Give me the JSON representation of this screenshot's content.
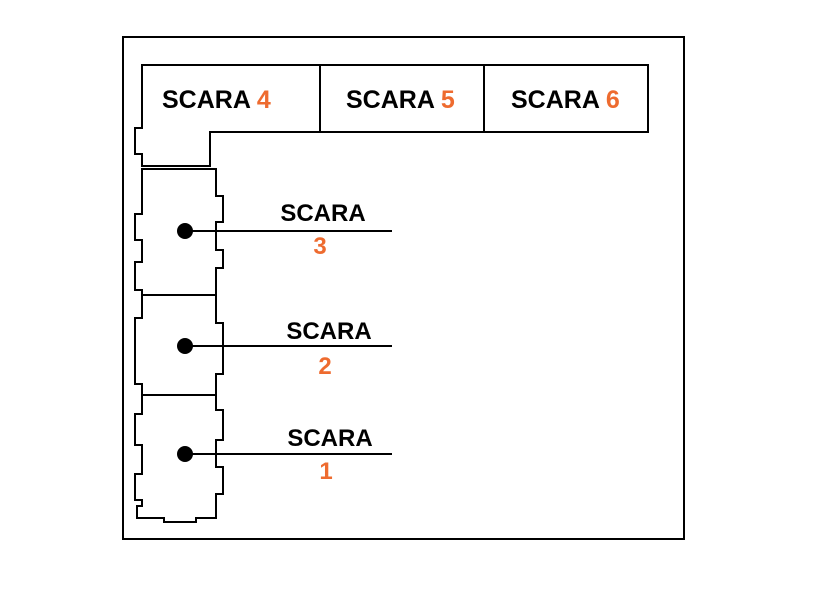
{
  "colors": {
    "line": "#000000",
    "label": "#000000",
    "number": "#ee6b2f",
    "background": "#ffffff"
  },
  "robots_top": [
    {
      "name": "SCARA",
      "number": "4"
    },
    {
      "name": "SCARA",
      "number": "5"
    },
    {
      "name": "SCARA",
      "number": "6"
    }
  ],
  "robots_side": [
    {
      "name": "SCARA",
      "number": "3"
    },
    {
      "name": "SCARA",
      "number": "2"
    },
    {
      "name": "SCARA",
      "number": "1"
    }
  ]
}
